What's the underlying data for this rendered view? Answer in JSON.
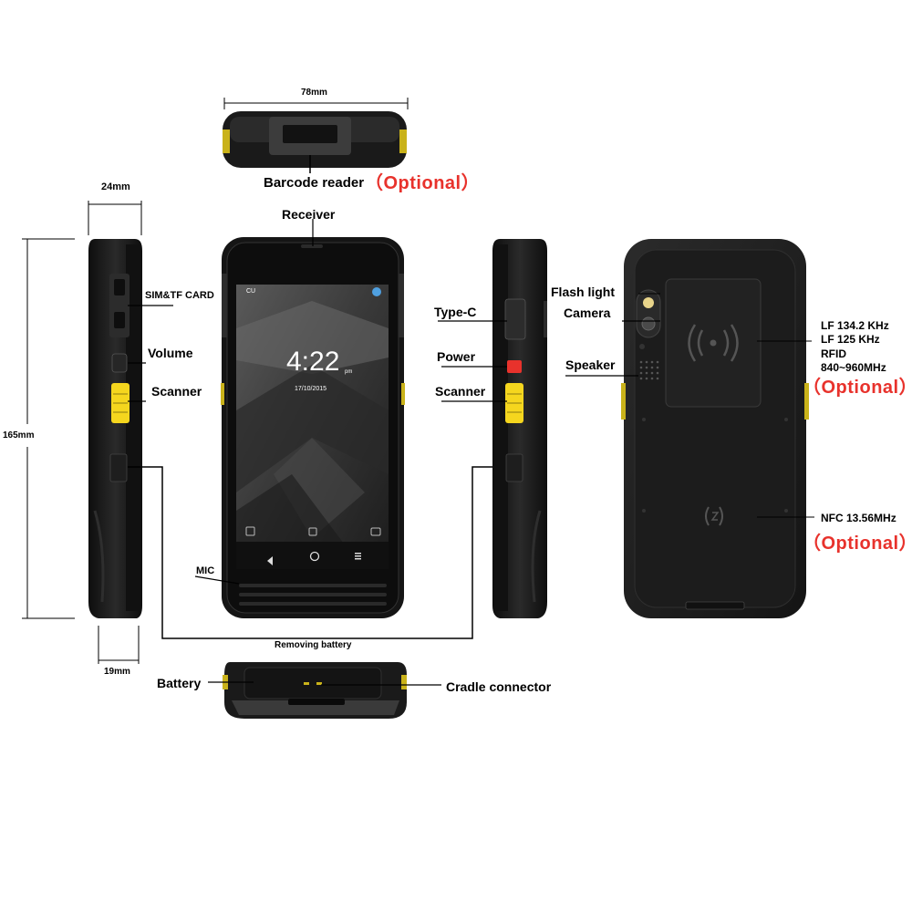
{
  "dimensions": {
    "top_width": "78mm",
    "side_thickness": "24mm",
    "height": "165mm",
    "bottom_thickness": "19mm"
  },
  "labels": {
    "barcode_reader": "Barcode reader",
    "optional_barcode": "（Optional）",
    "receiver": "Receiver",
    "sim_tf_card": "SIM&TF CARD",
    "volume": "Volume",
    "scanner_left": "Scanner",
    "mic": "MIC",
    "removing_battery": "Removing battery",
    "battery": "Battery",
    "cradle_connector": "Cradle connector",
    "type_c": "Type-C",
    "power": "Power",
    "scanner_right": "Scanner",
    "flash_light": "Flash light",
    "camera": "Camera",
    "speaker": "Speaker",
    "lf_134": "LF 134.2 KHz",
    "lf_125": "LF 125 KHz",
    "rfid": "RFID",
    "rfid_freq": "840~960MHz",
    "optional_rfid": "（Optional）",
    "nfc": "NFC 13.56MHz",
    "optional_nfc": "（Optional）"
  },
  "screen": {
    "carrier": "CU",
    "time": "4:22",
    "ampm": "pm",
    "date": "17/10/2015"
  },
  "colors": {
    "accent_red": "#e8322c",
    "scanner_yellow": "#f5d61e",
    "body_black": "#1b1b1b"
  }
}
